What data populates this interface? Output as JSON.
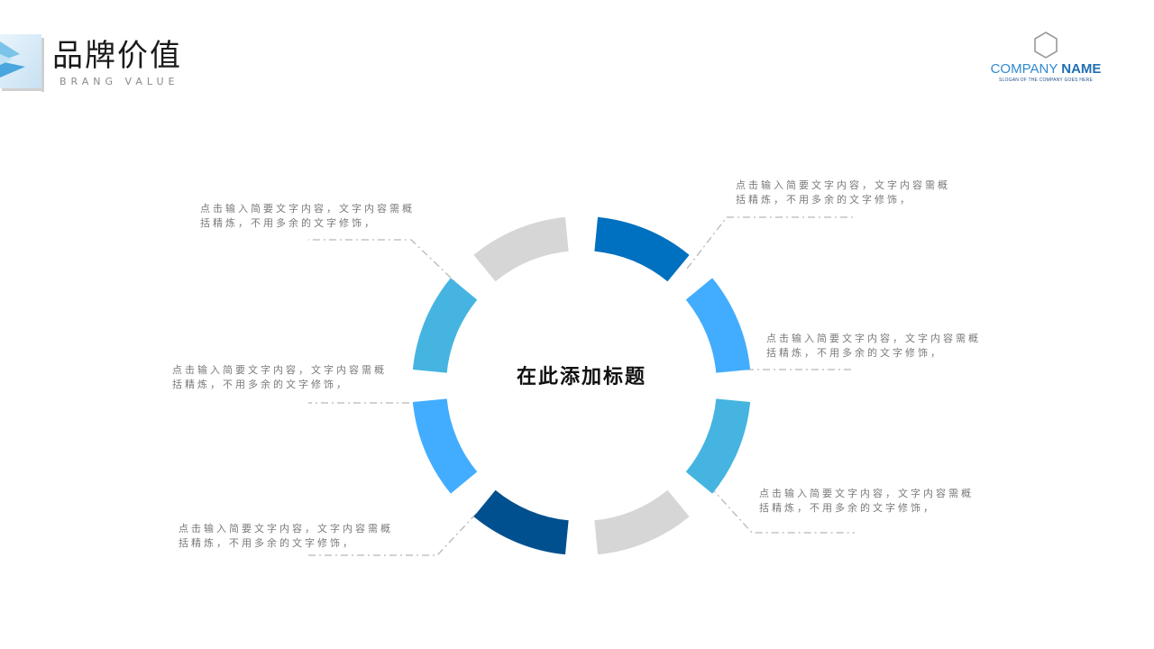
{
  "header": {
    "title": "品牌价值",
    "subtitle": "BRANG VALUE"
  },
  "company": {
    "name_light": "COMPANY ",
    "name_bold": "NAME",
    "slogan": "SLOGAN OF THE COMPANY GOES HERE",
    "logo_icon": "hexagon-icon"
  },
  "diagram": {
    "center_title": "在此添加标题",
    "segments": [
      {
        "id": "s1",
        "color": "#0070c0"
      },
      {
        "id": "s2",
        "color": "#42adff"
      },
      {
        "id": "s3",
        "color": "#45b4e0"
      },
      {
        "id": "s4",
        "color": "#d6d6d6"
      },
      {
        "id": "s5",
        "color": "#00508f"
      },
      {
        "id": "s6",
        "color": "#42adff"
      },
      {
        "id": "s7",
        "color": "#45b4e0"
      },
      {
        "id": "s8",
        "color": "#d6d6d6"
      }
    ],
    "callouts": [
      {
        "line1": "点击输入简要文字内容，文字内容需概",
        "line2": "括精炼，不用多余的文字修饰，"
      },
      {
        "line1": "点击输入简要文字内容，文字内容需概",
        "line2": "括精炼，不用多余的文字修饰，"
      },
      {
        "line1": "点击输入简要文字内容，文字内容需概",
        "line2": "括精炼，不用多余的文字修饰，"
      },
      {
        "line1": "点击输入简要文字内容，文字内容需概",
        "line2": "括精炼，不用多余的文字修饰，"
      },
      {
        "line1": "点击输入简要文字内容，文字内容需概",
        "line2": "括精炼，不用多余的文字修饰，"
      },
      {
        "line1": "点击输入简要文字内容，文字内容需概",
        "line2": "括精炼，不用多余的文字修饰，"
      }
    ]
  }
}
